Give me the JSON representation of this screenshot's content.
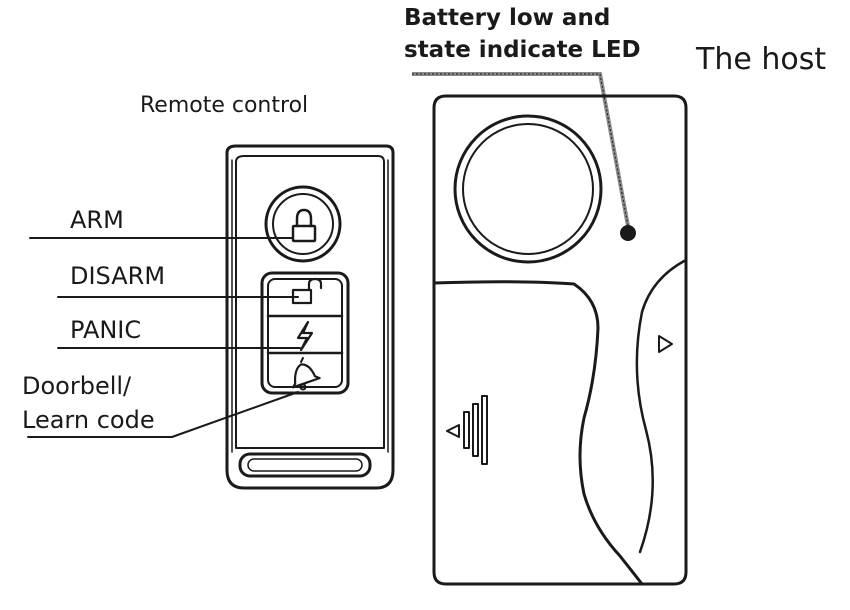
{
  "titles": {
    "remote": "Remote control",
    "host": "The host",
    "led_line1": "Battery low and",
    "led_line2": "state indicate LED"
  },
  "buttons": {
    "arm": "ARM",
    "disarm": "DISARM",
    "panic": "PANIC",
    "doorbell_line1": "Doorbell/",
    "doorbell_line2": "Learn code"
  },
  "icons": {
    "arm": "lock-icon",
    "disarm": "unlock-icon",
    "panic": "lightning-icon",
    "doorbell": "bell-icon",
    "host_button": "triangle-right-icon",
    "host_speaker": "sound-wave-icon"
  },
  "colors": {
    "ink": "#1a1a1a",
    "background": "#ffffff",
    "leader_hatch": "#8a8a8a"
  }
}
